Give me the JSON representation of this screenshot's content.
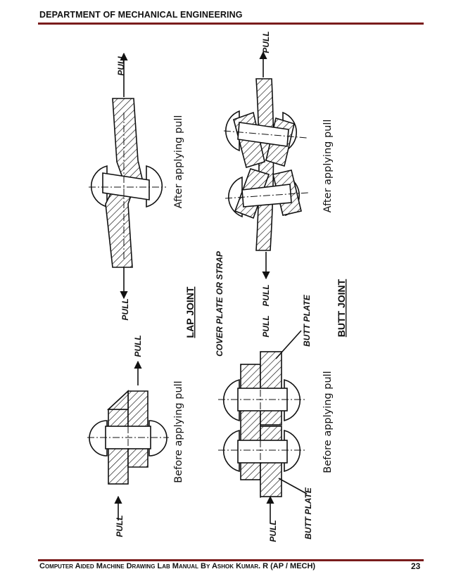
{
  "header": {
    "title": "DEPARTMENT OF MECHANICAL ENGINEERING"
  },
  "footer": {
    "text": "Computer Aided Machine Drawing Lab Manual By Ashok Kumar. R (AP / MECH)",
    "page_number": "23"
  },
  "figure": {
    "lap_joint": {
      "title": "LAP JOINT",
      "caption_before": "Before applying pull",
      "caption_after": "After applying pull",
      "pull_label": "PULL"
    },
    "butt_joint": {
      "title": "BUTT JOINT",
      "caption_before": "Before applying pull",
      "caption_after": "After applying pull",
      "pull_label": "PULL",
      "cover_plate_label": "COVER PLATE OR STRAP",
      "butt_plate_label": "BUTT PLATE"
    }
  }
}
